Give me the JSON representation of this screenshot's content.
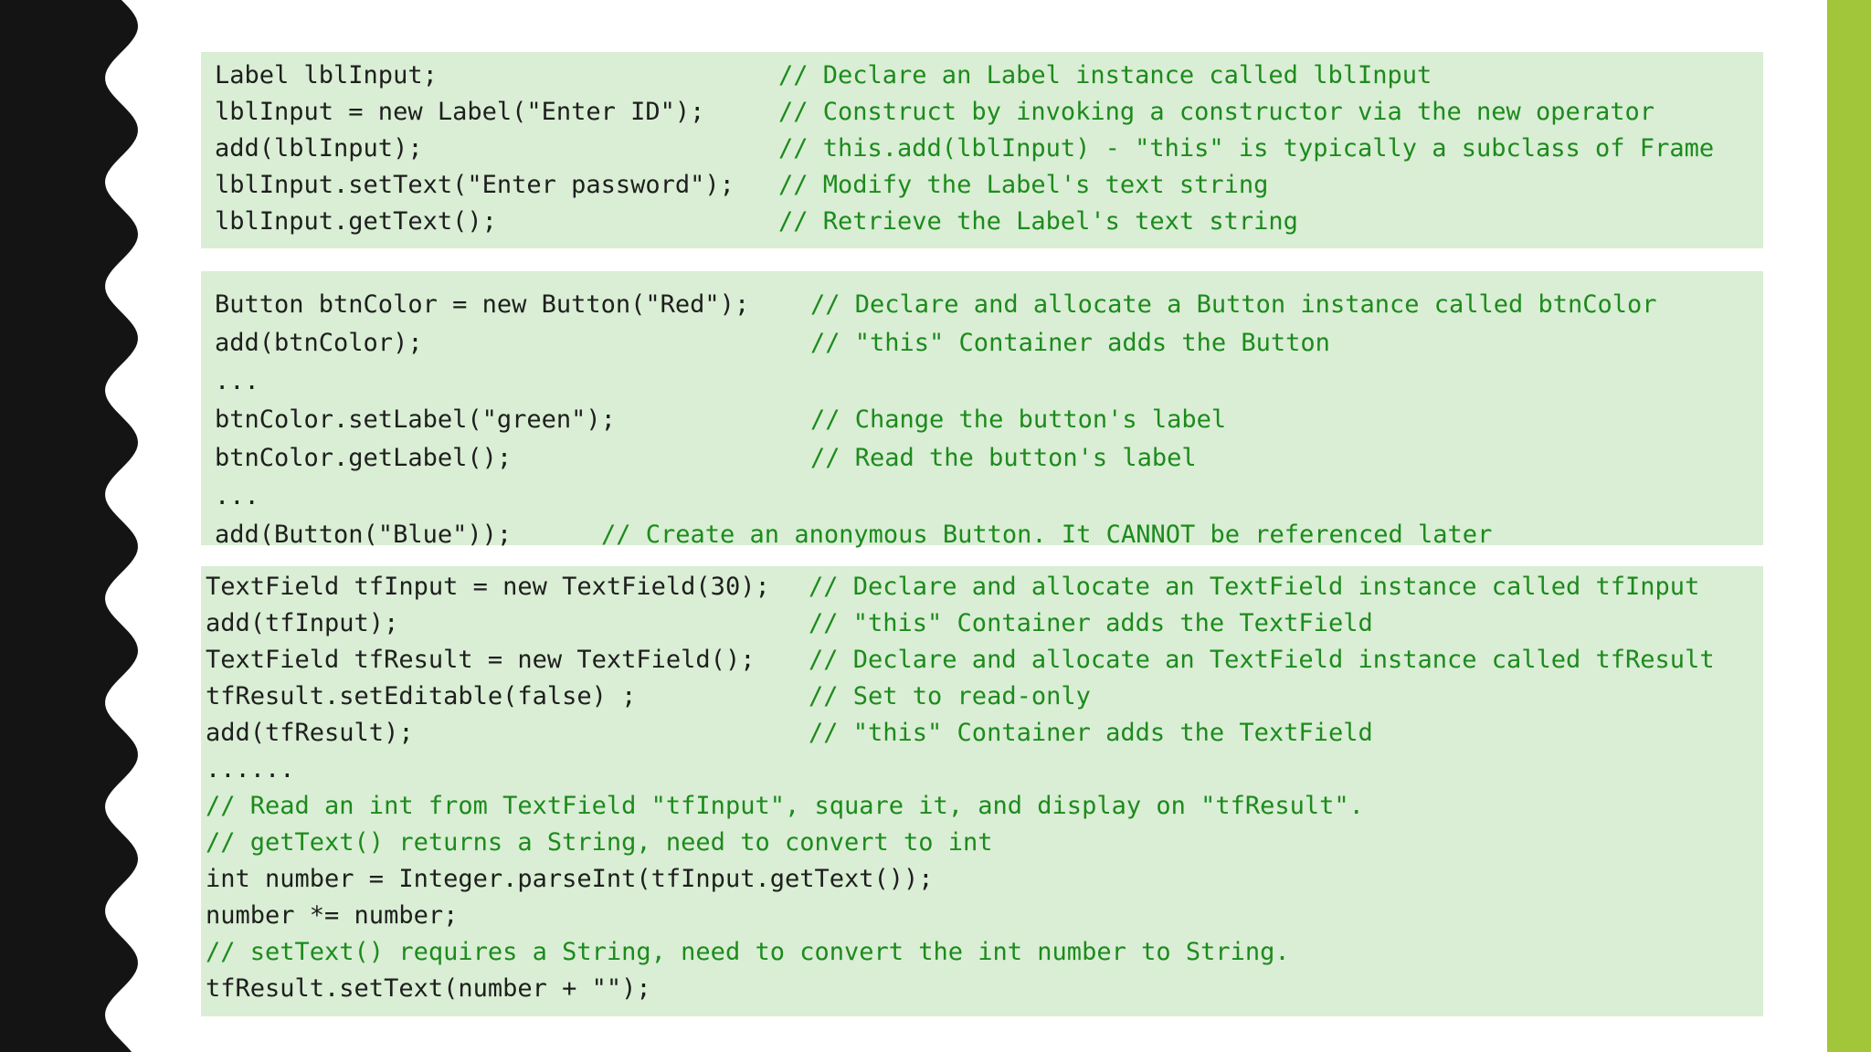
{
  "theme": {
    "left_band_color": "#141414",
    "right_bar_color": "#a2c63a",
    "block_bg": "#d9eed4",
    "code_color": "#1e1e1e",
    "comment_color": "#1d8a1d"
  },
  "blocks": [
    {
      "lines": [
        {
          "code": "Label lblInput;",
          "comment": "// Declare an Label instance called lblInput"
        },
        {
          "code": "lblInput = new Label(\"Enter ID\");",
          "comment": "// Construct by invoking a constructor via the new operator"
        },
        {
          "code": "add(lblInput);",
          "comment": "// this.add(lblInput) - \"this\" is typically a subclass of Frame"
        },
        {
          "code": "lblInput.setText(\"Enter password\");",
          "comment": "// Modify the Label's text string"
        },
        {
          "code": "lblInput.getText();",
          "comment": "// Retrieve the Label's text string"
        }
      ]
    },
    {
      "lines": [
        {
          "code": "Button btnColor = new Button(\"Red\");",
          "comment": "// Declare and allocate a Button instance called btnColor"
        },
        {
          "code": "add(btnColor);",
          "comment": "// \"this\" Container adds the Button"
        },
        {
          "code": "...",
          "comment": ""
        },
        {
          "code": "btnColor.setLabel(\"green\");",
          "comment": "// Change the button's label"
        },
        {
          "code": "btnColor.getLabel();",
          "comment": "// Read the button's label"
        },
        {
          "code": "...",
          "comment": ""
        },
        {
          "code": "add(Button(\"Blue\"));",
          "comment": "// Create an anonymous Button. It CANNOT be referenced later"
        }
      ]
    },
    {
      "lines": [
        {
          "code": "TextField tfInput = new TextField(30);",
          "comment": "// Declare and allocate an TextField instance called tfInput"
        },
        {
          "code": "add(tfInput);",
          "comment": "// \"this\" Container adds the TextField"
        },
        {
          "code": "TextField tfResult = new TextField();",
          "comment": "// Declare and allocate an TextField instance called tfResult"
        },
        {
          "code": "tfResult.setEditable(false) ;",
          "comment": "// Set to read-only"
        },
        {
          "code": "add(tfResult);",
          "comment": "// \"this\" Container adds the TextField"
        },
        {
          "code": "......",
          "comment": ""
        },
        {
          "code": "",
          "comment": "// Read an int from TextField \"tfInput\", square it, and display on \"tfResult\"."
        },
        {
          "code": "",
          "comment": "// getText() returns a String, need to convert to int"
        },
        {
          "code": "int number = Integer.parseInt(tfInput.getText());",
          "comment": ""
        },
        {
          "code": "number *= number;",
          "comment": ""
        },
        {
          "code": "",
          "comment": "// setText() requires a String, need to convert the int number to String."
        },
        {
          "code": "tfResult.setText(number + \"\");",
          "comment": ""
        }
      ]
    }
  ]
}
